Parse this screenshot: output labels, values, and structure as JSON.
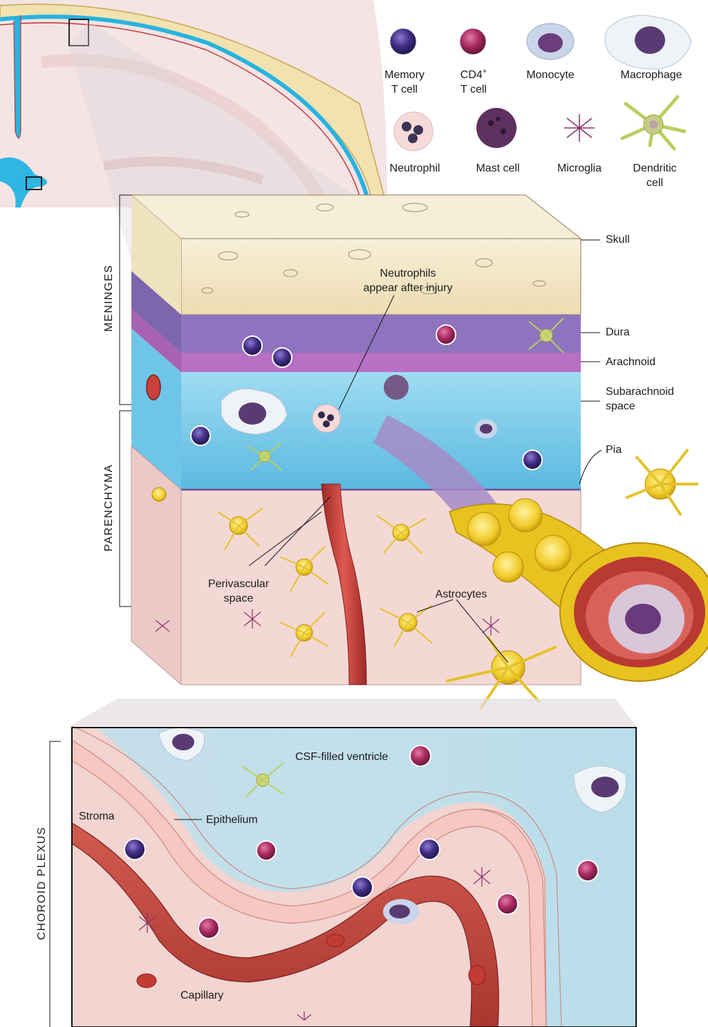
{
  "legend": {
    "memory_t_cell": "Memory\nT cell",
    "cd4_base": "CD4",
    "cd4_sup": "+",
    "cd4_line2": "T cell",
    "monocyte": "Monocyte",
    "macrophage": "Macrophage",
    "neutrophil": "Neutrophil",
    "mast_cell": "Mast cell",
    "microglia": "Microglia",
    "dendritic_cell": "Dendritic\ncell"
  },
  "structure_labels": {
    "skull": "Skull",
    "dura": "Dura",
    "arachnoid": "Arachnoid",
    "subarachnoid_space": "Subarachnoid\nspace",
    "pia": "Pia",
    "neutrophils_note": "Neutrophils\nappear after injury",
    "perivascular_space": "Perivascular\nspace",
    "astrocytes": "Astrocytes"
  },
  "region_labels": {
    "meninges": "MENINGES",
    "parenchyma": "PARENCHYMA",
    "choroid_plexus": "CHOROID PLEXUS"
  },
  "choroid_labels": {
    "csf_filled_ventricle": "CSF-filled ventricle",
    "stroma": "Stroma",
    "epithelium": "Epithelium",
    "capillary": "Capillary"
  },
  "colors": {
    "csf_blue": "#4fc3e8",
    "skull_cream": "#f2e7c8",
    "dura_purple": "#8c6bb8",
    "arachnoid_magenta": "#b36cc0",
    "parenchyma_pink": "#f3d3d0",
    "vessel_red": "#c9413a",
    "astrocyte_yellow": "#f2d23a",
    "t_cell_purple": "#4c3a8c",
    "cd4_magenta": "#b3306a"
  }
}
